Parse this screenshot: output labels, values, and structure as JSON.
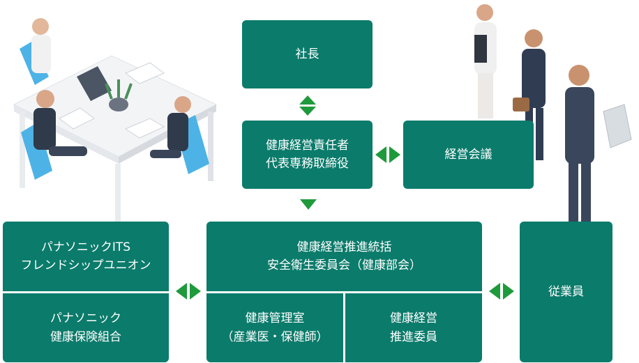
{
  "nodes": {
    "president": {
      "label": "社長"
    },
    "health_manager": {
      "lines": [
        "健康経営責任者",
        "代表専務取締役"
      ]
    },
    "management_meeting": {
      "label": "経営会議"
    },
    "promotion_committee": {
      "lines": [
        "健康経営推進統括",
        "安全衛生委員会（健康部会）"
      ]
    },
    "health_office": {
      "lines": [
        "健康管理室",
        "（産業医・保健師）"
      ]
    },
    "promotion_member": {
      "lines": [
        "健康経営",
        "推進委員"
      ]
    },
    "union": {
      "lines": [
        "パナソニックITS",
        "フレンドシップユニオン"
      ]
    },
    "insurance": {
      "lines": [
        "パナソニック",
        "健康保険組合"
      ]
    },
    "employees": {
      "label": "従業員"
    }
  },
  "colors": {
    "box": "#0b7b6b",
    "arrow": "#1e9a3c"
  },
  "illustrations": [
    "office-meeting-illustration",
    "business-people-illustration"
  ]
}
